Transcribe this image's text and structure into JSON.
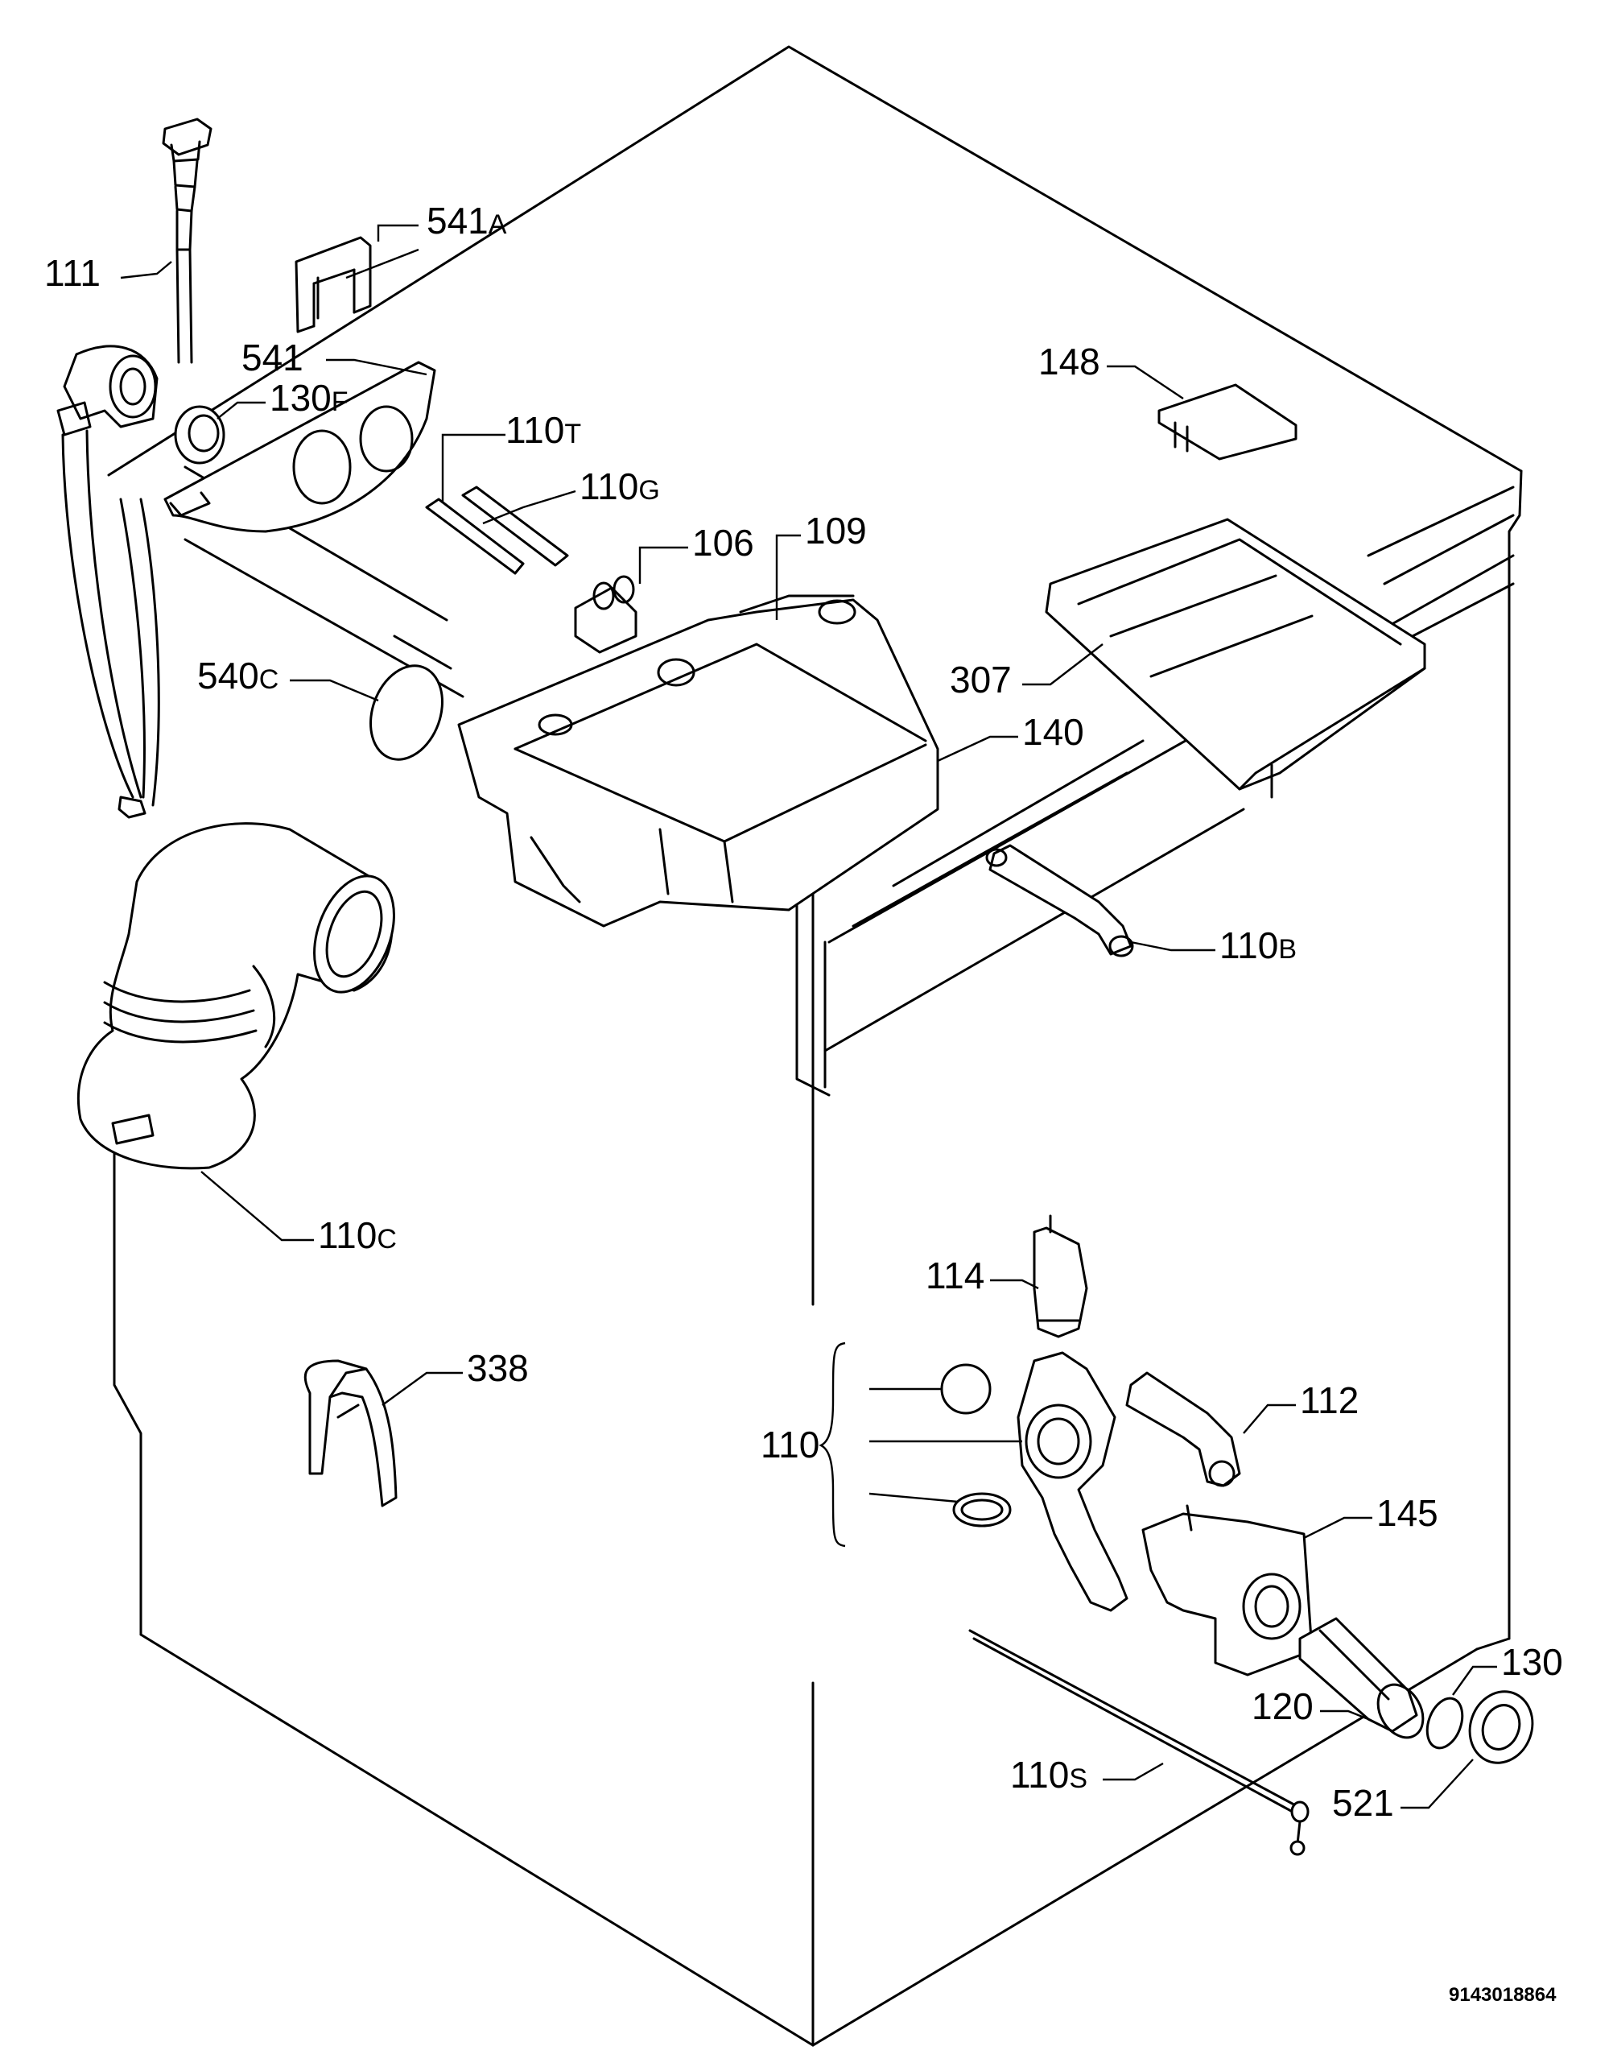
{
  "diagram": {
    "document_number": "9143018864",
    "labels": {
      "p111": "111",
      "p541a": "541",
      "p541a_suffix": "A",
      "p541": "541",
      "p130f": "130",
      "p130f_suffix": "F",
      "p110t": "110",
      "p110t_suffix": "T",
      "p110g": "110",
      "p110g_suffix": "G",
      "p106": "106",
      "p109": "109",
      "p148": "148",
      "p307": "307",
      "p540c": "540",
      "p540c_suffix": "C",
      "p140": "140",
      "p110b": "110",
      "p110b_suffix": "B",
      "p110c": "110",
      "p110c_suffix": "C",
      "p338": "338",
      "p114": "114",
      "p112": "112",
      "p110": "110",
      "p145": "145",
      "p130": "130",
      "p120": "120",
      "p110s": "110",
      "p110s_suffix": "S",
      "p521": "521"
    }
  }
}
